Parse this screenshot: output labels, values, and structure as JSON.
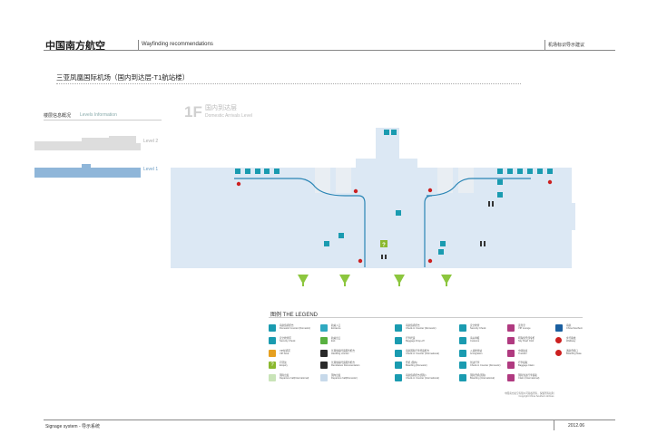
{
  "header": {
    "brand": "中国南方航空",
    "subtitle": "Wayfinding recommendations",
    "right_title": "机场标识导示建议"
  },
  "page_title": "三亚凤凰国际机场（国内到达层-T1航站楼）",
  "levels": {
    "label": "楼层信息概况",
    "label_en": "Levels Information",
    "level2": "Level 2",
    "level1": "Level 1"
  },
  "floor": {
    "number": "1F",
    "name_cn": "国内到达层",
    "name_en": "Domestic Arrivals Level"
  },
  "legend": {
    "title": "图例  THE LEGEND",
    "items": [
      {
        "icon": "square-icon",
        "color": "#1a9bb0",
        "text": "南航值机柜台\nDomestic Counter (Domestic)"
      },
      {
        "icon": "square-icon",
        "color": "#1a9bb0",
        "text": "安全检查区\nSecurity Check"
      },
      {
        "icon": "square-icon",
        "color": "#e6a020",
        "text": "VIP候机区\nVIP Area"
      },
      {
        "icon": "question-icon",
        "color": "#8ab82e",
        "text": "问讯处\nEnquiry"
      },
      {
        "icon": "square-icon",
        "color": "#c9e4b8",
        "text": "国际出发\nDeparture hall(International)"
      },
      {
        "icon": "arrow-icon",
        "color": "#2fa9c0",
        "text": "航站入口\nEntrance"
      },
      {
        "icon": "arrow-icon",
        "color": "#58b040",
        "text": "航站出口\nExit"
      },
      {
        "icon": "people-icon",
        "color": "#2a2a2a",
        "text": "长期旅客托运服务柜台\nHandling counter"
      },
      {
        "icon": "people-icon",
        "color": "#2a2a2a",
        "text": "长期旅客托运服务柜台\nRemittance Documentation"
      },
      {
        "icon": "square-icon",
        "color": "#c7d9ea",
        "text": "国内出发\nDeparture hall(Domestic)"
      },
      {
        "icon": "square-icon",
        "color": "#1a9bb0",
        "text": "南航值机柜台\nCheck-in Counter (Domestic)"
      },
      {
        "icon": "square-icon",
        "color": "#1a9bb0",
        "text": "行李托运\nBaggage Drop-off"
      },
      {
        "icon": "square-icon",
        "color": "#1a9bb0",
        "text": "南航国际行李托运柜台\nCheck-in Counter (International)"
      },
      {
        "icon": "square-icon",
        "color": "#1a9bb0",
        "text": "登机 (国内)\nBoarding (Domestic)"
      },
      {
        "icon": "square-icon",
        "color": "#1a9bb0",
        "text": "南航值机柜台(国际)\nCheck-in Counter (International)"
      },
      {
        "icon": "square-icon",
        "color": "#1a9bb0",
        "text": "安全检查\nSecurity Check"
      },
      {
        "icon": "square-icon",
        "color": "#1a9bb0",
        "text": "海关申报\nCustoms"
      },
      {
        "icon": "square-icon",
        "color": "#1a9bb0",
        "text": "入境检查站\nImmigration"
      },
      {
        "icon": "square-icon",
        "color": "#1a9bb0",
        "text": "到达行李\nCheck-in Counter (Domestic)"
      },
      {
        "icon": "square-icon",
        "color": "#1a9bb0",
        "text": "国际登机(国际)\nBoarding (International)"
      },
      {
        "icon": "square-icon",
        "color": "#b03a80",
        "text": "贵宾室\nVIP Lounge"
      },
      {
        "icon": "square-icon",
        "color": "#b03a80",
        "text": "明珠俱乐部专柜\nSky Pearl Club"
      },
      {
        "icon": "square-icon",
        "color": "#b03a80",
        "text": "中转航班\nTransfer"
      },
      {
        "icon": "square-icon",
        "color": "#b03a80",
        "text": "行李提取\nBaggage Claim"
      },
      {
        "icon": "square-icon",
        "color": "#b03a80",
        "text": "国际到达行李提取\nClaim (International)"
      },
      {
        "icon": "logo-icon",
        "color": "#1a5fa0",
        "text": "南航\nChina Southern"
      },
      {
        "icon": "circle-icon",
        "color": "#cc2020",
        "text": "步行路线\nWalkway"
      },
      {
        "icon": "circle-icon",
        "color": "#cc2020",
        "text": "通航登机口\nBoarding Gate"
      }
    ]
  },
  "copyright": "中国南方航空有限公司版权所有，保留所有权利\nCopyright China Southern Airlines",
  "footer": {
    "left": "Signage system - 导示系统",
    "right": "2012.06"
  },
  "colors": {
    "building": "#dce8f4",
    "route": "#2a85b5",
    "sign": "#1a9bb0",
    "exit": "#8cc63e",
    "enquiry": "#8ab82e",
    "marker": "#cc2020",
    "level1": "#8fb6d9",
    "level2": "#dddddd"
  }
}
